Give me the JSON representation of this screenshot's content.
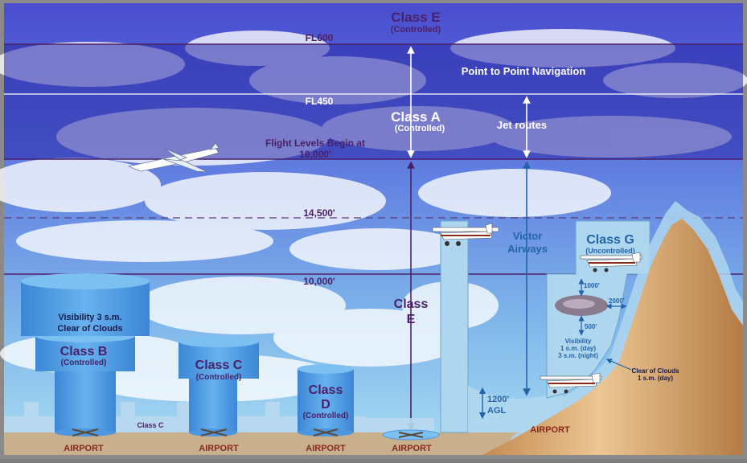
{
  "top_class": {
    "title": "Class E",
    "subtitle": "(Controlled)"
  },
  "levels": {
    "fl600": "FL600",
    "fl450": "FL450",
    "ft14500": "14,500'",
    "ft10000": "10,000'"
  },
  "flight_levels_note": {
    "line1": "Flight Levels Begin at",
    "line2": "18,000'"
  },
  "point_to_point": "Point to Point Navigation",
  "class_a": {
    "title": "Class A",
    "subtitle": "(Controlled)"
  },
  "jet_routes": "Jet routes",
  "class_e_mid": {
    "line1": "Class",
    "line2": "E"
  },
  "victor_airways": {
    "line1": "Victor",
    "line2": "Airways"
  },
  "class_b": {
    "title": "Class B",
    "subtitle": "(Controlled)",
    "vis1": "Visibility 3 s.m.",
    "vis2": "Clear of Clouds"
  },
  "class_c": {
    "title": "Class C",
    "subtitle": "(Controlled)",
    "small": "Class C"
  },
  "class_d": {
    "title1": "Class",
    "title2": "D",
    "subtitle": "(Controlled)"
  },
  "class_g": {
    "title": "Class G",
    "subtitle": "(Uncontrolled)",
    "above": "1000'",
    "side": "2000'",
    "below": "500'",
    "vis1": "Visibility",
    "vis2": "1 s.m. (day)",
    "vis3": "3 s.m. (night)",
    "coc1": "Clear of Clouds",
    "coc2": "1 s.m. (day)"
  },
  "agl": {
    "line1": "1200'",
    "line2": "AGL"
  },
  "airport_label": "AIRPORT",
  "colors": {
    "sky_top": "#4b4fcf",
    "sky_bottom": "#9fd3ee",
    "band": "#2a2aa8",
    "cylinder": "#4c97e0",
    "class_g": "#aed6ee",
    "ground": "#c9b08c",
    "mountain": "#d8a86e",
    "line_purple": "#4a2168",
    "arrow_blue": "#2363a8",
    "airport_red": "#8a2a1a"
  }
}
